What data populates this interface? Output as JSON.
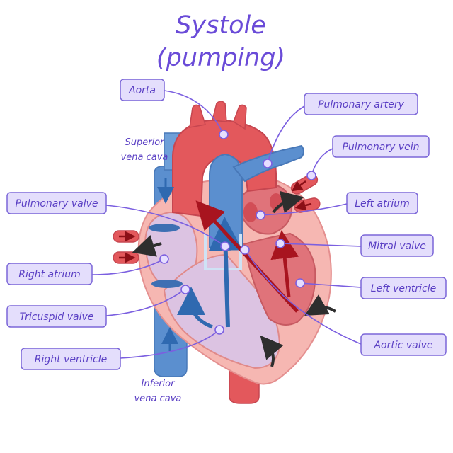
{
  "title_line1": "Systole",
  "title_line2": "(pumping)",
  "labels": {
    "aorta": "Aorta",
    "pulmonary_artery": "Pulmonary artery",
    "pulmonary_vein": "Pulmonary vein",
    "left_atrium": "Left atrium",
    "mitral_valve": "Mitral valve",
    "left_ventricle": "Left ventricle",
    "aortic_valve": "Aortic valve",
    "pulmonary_valve": "Pulmonary valve",
    "right_atrium": "Right atrium",
    "tricuspid_valve": "Tricuspid valve",
    "right_ventricle": "Right ventricle",
    "superior_vena_cava_1": "Superior",
    "superior_vena_cava_2": "vena cava",
    "inferior_vena_cava_1": "Inferior",
    "inferior_vena_cava_2": "vena cava"
  },
  "colors": {
    "oxygenated_red": "#e3585c",
    "deoxygenated_blue": "#5b8fcf",
    "heart_pink": "#f6b7b2",
    "chamber_purple": "#d6bfe0",
    "label_purple": "#7b66d8",
    "flow_arrow_dark": "#2e2e2e"
  }
}
